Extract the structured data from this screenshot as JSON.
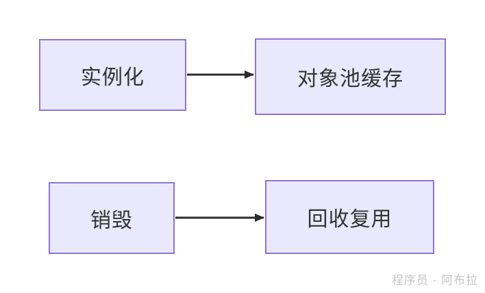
{
  "diagram": {
    "title_hint": "object-pool-lifecycle-flow",
    "colors": {
      "bg": "#ffffff",
      "node_fill": "#e9e8fc",
      "node_border": "#8f74d9",
      "text_color": "#333333",
      "arrow_color": "#2b2b2b",
      "watermark_color": "#c6c6c6"
    },
    "nodes": [
      {
        "id": "instantiate",
        "label": "实例化"
      },
      {
        "id": "pool-cache",
        "label": "对象池缓存"
      },
      {
        "id": "destroy",
        "label": "销毁"
      },
      {
        "id": "recycle-reuse",
        "label": "回收复用"
      }
    ],
    "edges": [
      {
        "from": "instantiate",
        "to": "pool-cache",
        "direction": "right"
      },
      {
        "from": "destroy",
        "to": "recycle-reuse",
        "direction": "right"
      }
    ]
  },
  "watermark": {
    "text": "程序员 - 阿布拉"
  }
}
